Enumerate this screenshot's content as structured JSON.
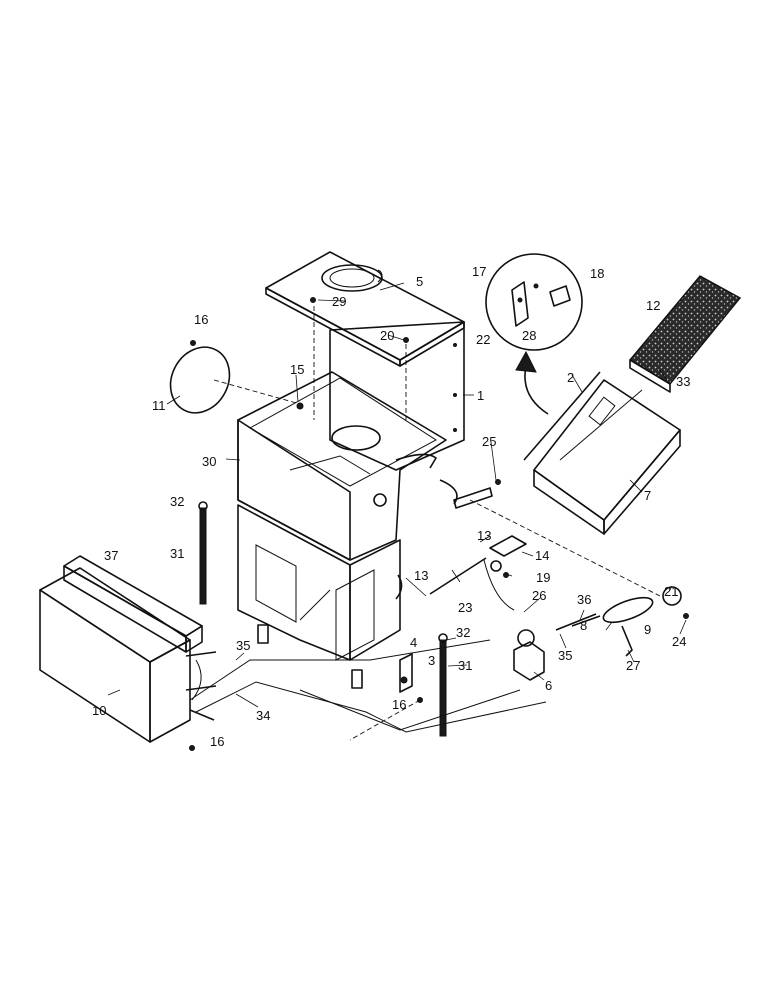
{
  "diagram": {
    "callouts": {
      "c1": "1",
      "c2": "2",
      "c3": "3",
      "c4": "4",
      "c5": "5",
      "c6": "6",
      "c7": "7",
      "c8": "8",
      "c9": "9",
      "c10": "10",
      "c11": "11",
      "c12": "12",
      "c13a": "13",
      "c13b": "13",
      "c14": "14",
      "c15": "15",
      "c16a": "16",
      "c16b": "16",
      "c16c": "16",
      "c17": "17",
      "c18": "18",
      "c19": "19",
      "c20": "20",
      "c21": "21",
      "c22": "22",
      "c23": "23",
      "c24": "24",
      "c25": "25",
      "c26": "26",
      "c27": "27",
      "c28": "28",
      "c29": "29",
      "c30": "30",
      "c31a": "31",
      "c31b": "31",
      "c32a": "32",
      "c32b": "32",
      "c33": "33",
      "c34": "34",
      "c35a": "35",
      "c35b": "35",
      "c36": "36",
      "c37": "37"
    }
  }
}
